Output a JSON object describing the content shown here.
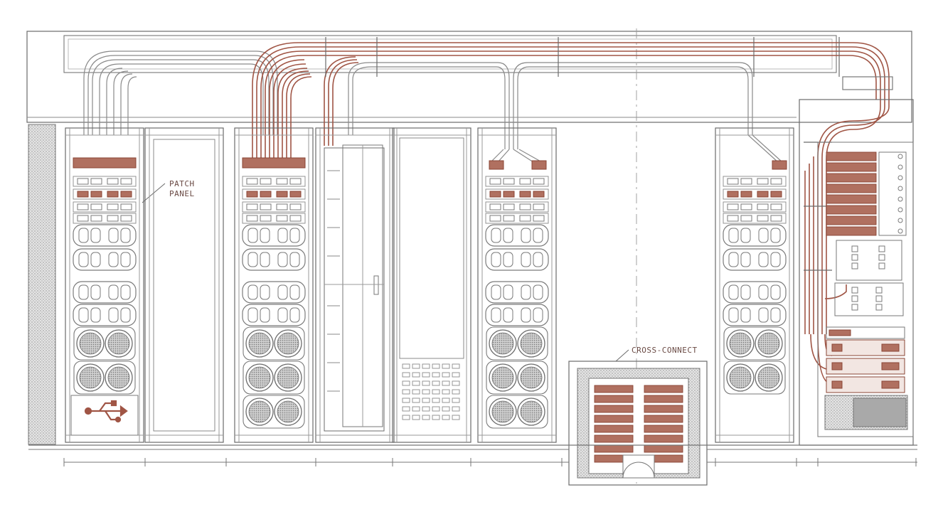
{
  "labels": {
    "patch_panel_line1": "PATCH",
    "patch_panel_line2": "PANEL",
    "cross_connect": "CROSS-CONNECT"
  },
  "colors": {
    "ink": "#6b6b6b",
    "cable": "#b07060",
    "cable_dark": "#8a4535",
    "fill_gray": "#c8c8c8",
    "dark_gray": "#9a9a9a"
  },
  "icons": {
    "usb": "usb-icon",
    "fan": "fan-icon"
  }
}
